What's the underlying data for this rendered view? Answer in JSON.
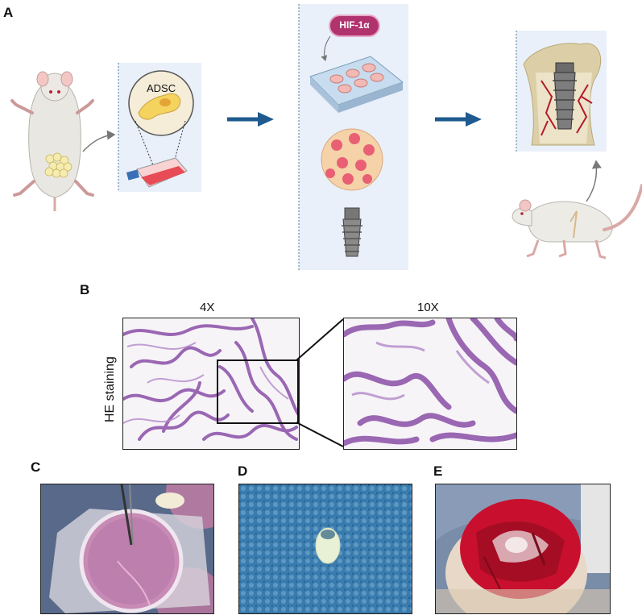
{
  "panels": {
    "a": {
      "letter": "A",
      "adsc_label": "ADSC",
      "hif_label": "HIF-1α"
    },
    "b": {
      "letter": "B",
      "mag_low": "4X",
      "mag_high": "10X",
      "stain_label": "HE staining"
    },
    "c": {
      "letter": "C"
    },
    "d": {
      "letter": "D"
    },
    "e": {
      "letter": "E"
    }
  },
  "colors": {
    "arrow_blue": "#1f5b8e",
    "panel_bg": "#e9f0fa",
    "hif_badge": "#b0336e",
    "he_stain": "#8a4fa8",
    "tissue_red": "#c8102e",
    "mesh_blue": "#3c7fb0",
    "dish_pink": "#c78bb5"
  },
  "icons": [
    "mouse-icon",
    "adsc-cell-icon",
    "culture-flask-icon",
    "well-plate-icon",
    "cell-sheet-icon",
    "dental-implant-icon",
    "bone-implant-icon",
    "rat-icon"
  ]
}
